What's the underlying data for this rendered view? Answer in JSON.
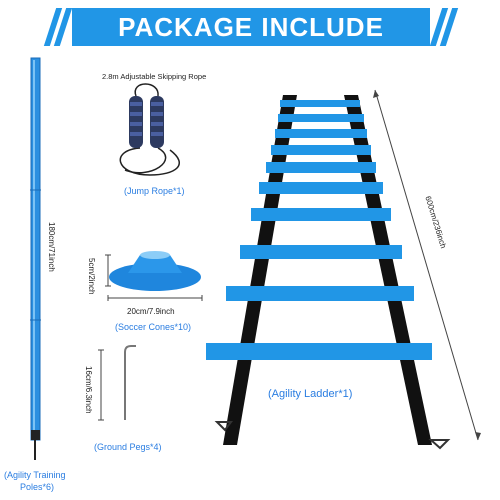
{
  "title": "PACKAGE INCLUDE",
  "pole": {
    "length_label": "180cm/71inch",
    "caption_line1": "(Agility Training",
    "caption_line2": "Poles*6)"
  },
  "rope": {
    "title": "2.8m Adjustable Skipping Rope",
    "caption": "(Jump Rope*1)"
  },
  "cone": {
    "height_label": "5cm/2inch",
    "width_label": "20cm/7.9inch",
    "caption": "(Soccer Cones*10)"
  },
  "peg": {
    "length_label": "16cm/6.3inch",
    "caption": "(Ground Pegs*4)"
  },
  "ladder": {
    "length_label": "600cm/236inch",
    "caption": "(Agility Ladder*1)",
    "rung_count": 10
  },
  "colors": {
    "accent": "#2196e6",
    "strap": "#111111",
    "text_blue": "#2a7de1"
  }
}
